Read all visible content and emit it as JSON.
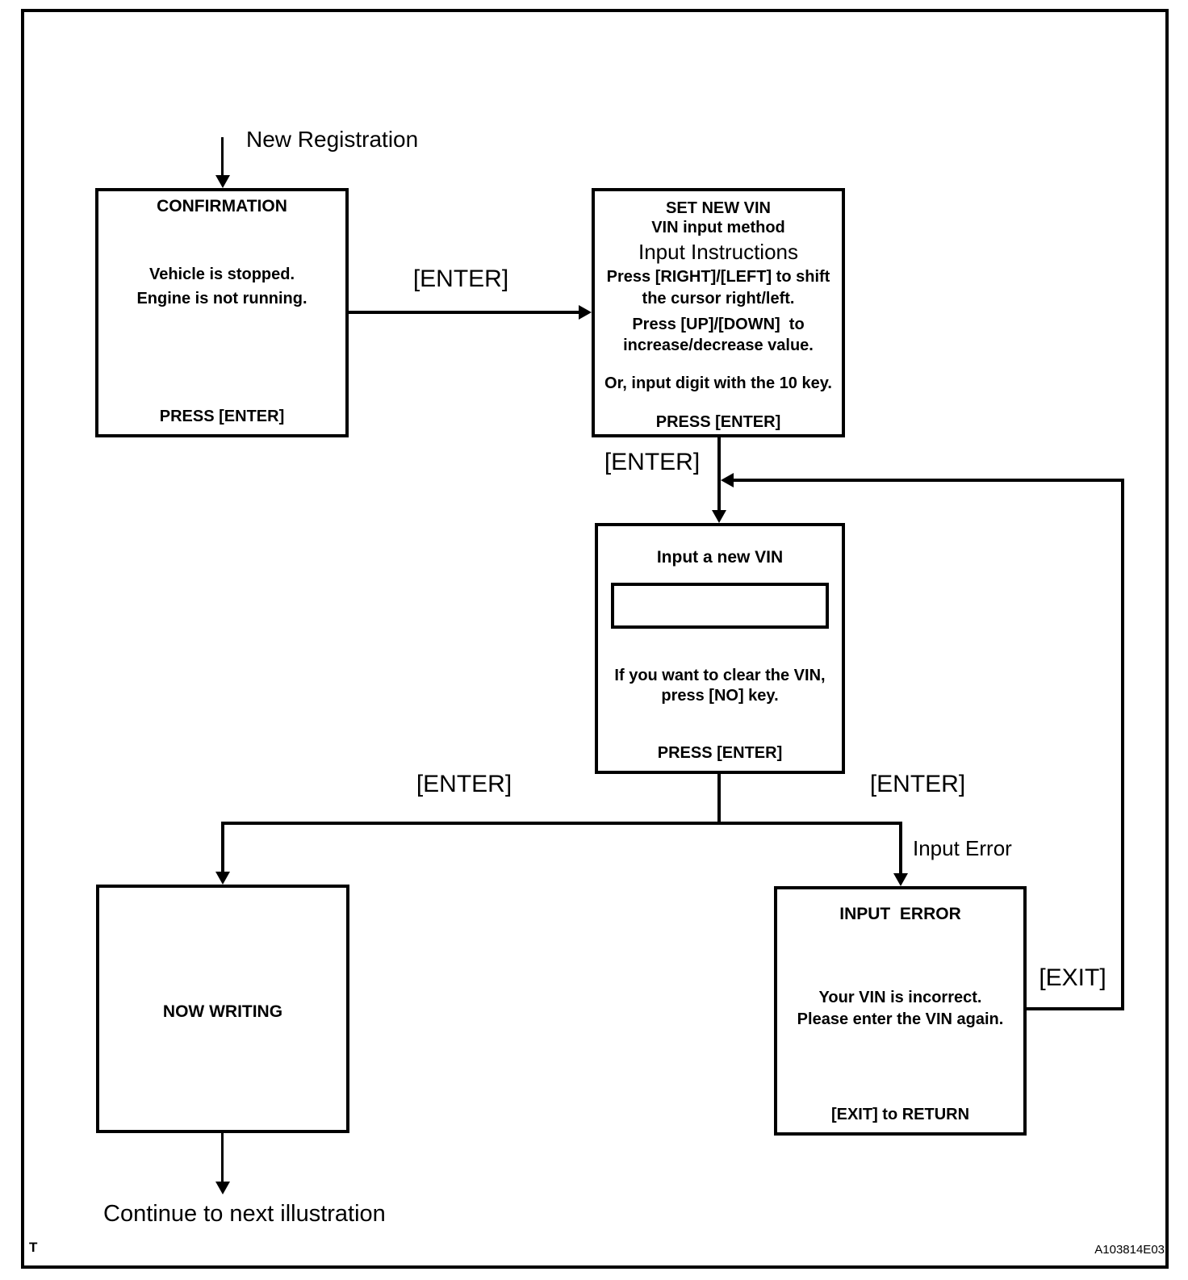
{
  "page": {
    "corner_mark": "T",
    "figure_code": "A103814E03",
    "background_color": "#ffffff",
    "line_color": "#000000"
  },
  "labels": {
    "new_registration": "New Registration",
    "enter_top": "[ENTER]",
    "enter_mid": "[ENTER]",
    "enter_branch_left": "[ENTER]",
    "enter_branch_right": "[ENTER]",
    "input_error": "Input Error",
    "exit": "[EXIT]",
    "continue": "Continue to next illustration"
  },
  "boxes": {
    "confirmation": {
      "title": "CONFIRMATION",
      "body_line1": "Vehicle is stopped.",
      "body_line2": "Engine is not running.",
      "footer": "PRESS [ENTER]"
    },
    "set_new_vin": {
      "title": "SET NEW VIN",
      "subtitle": "VIN input method",
      "heading": "Input Instructions",
      "line1": "Press [RIGHT]/[LEFT] to shift",
      "line2": "the cursor right/left.",
      "line3": "Press [UP]/[DOWN]  to",
      "line4": "increase/decrease value.",
      "line5": "Or, input digit with the 10 key.",
      "footer": "PRESS [ENTER]"
    },
    "input_vin": {
      "title": "Input a new VIN",
      "field_value": "",
      "line1": "If you want to clear the VIN,",
      "line2": "press [NO] key.",
      "footer": "PRESS [ENTER]"
    },
    "now_writing": {
      "title": "NOW WRITING"
    },
    "input_error": {
      "title": "INPUT  ERROR",
      "line1": "Your VIN is incorrect.",
      "line2": "Please enter the VIN again.",
      "footer": "[EXIT] to RETURN"
    }
  }
}
